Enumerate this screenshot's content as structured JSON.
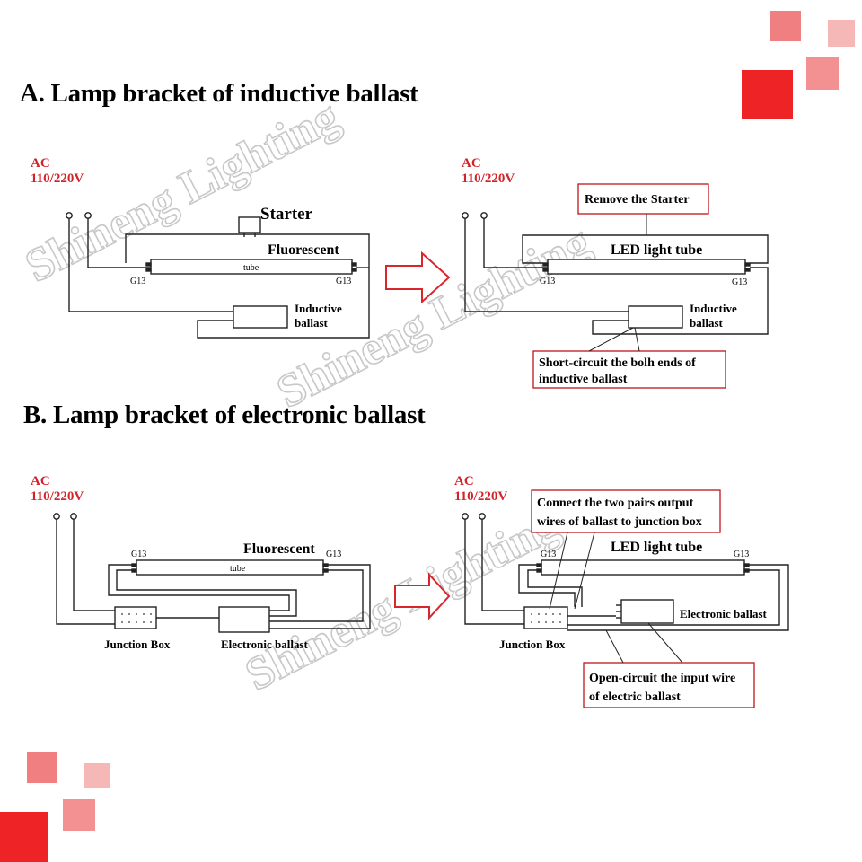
{
  "watermark": "Shineng Lighting",
  "colors": {
    "accent": "#e8232a",
    "accent_light": "#f08a8a",
    "accent_pale": "#f6b8b8",
    "callout_border": "#c0141a"
  },
  "section_a": {
    "heading": "A. Lamp bracket of inductive ballast",
    "left": {
      "ac": "AC",
      "voltage": "110/220V",
      "starter": "Starter",
      "lamp": "Fluorescent",
      "tube": "tube",
      "pin_left": "G13",
      "pin_right": "G13",
      "ballast_line1": "Inductive",
      "ballast_line2": "ballast"
    },
    "right": {
      "ac": "AC",
      "voltage": "110/220V",
      "callout_starter": "Remove the Starter",
      "tube": "LED light tube",
      "pin_left": "G13",
      "pin_right": "G13",
      "ballast_line1": "Inductive",
      "ballast_line2": "ballast",
      "callout_short_line1": "Short-circuit the bolh ends of",
      "callout_short_line2": "inductive ballast"
    }
  },
  "section_b": {
    "heading": "B. Lamp bracket of electronic ballast",
    "left": {
      "ac": "AC",
      "voltage": "110/220V",
      "lamp": "Fluorescent",
      "tube": "tube",
      "pin_left": "G13",
      "pin_right": "G13",
      "junction": "Junction Box",
      "ballast": "Electronic ballast"
    },
    "right": {
      "ac": "AC",
      "voltage": "110/220V",
      "callout_connect_line1": "Connect the two pairs output",
      "callout_connect_line2": "wires of ballast to junction box",
      "tube": "LED light tube",
      "pin_left": "G13",
      "pin_right": "G13",
      "junction": "Junction Box",
      "ballast": "Electronic ballast",
      "callout_open_line1": "Open-circuit the input wire",
      "callout_open_line2": "of electric ballast"
    }
  }
}
